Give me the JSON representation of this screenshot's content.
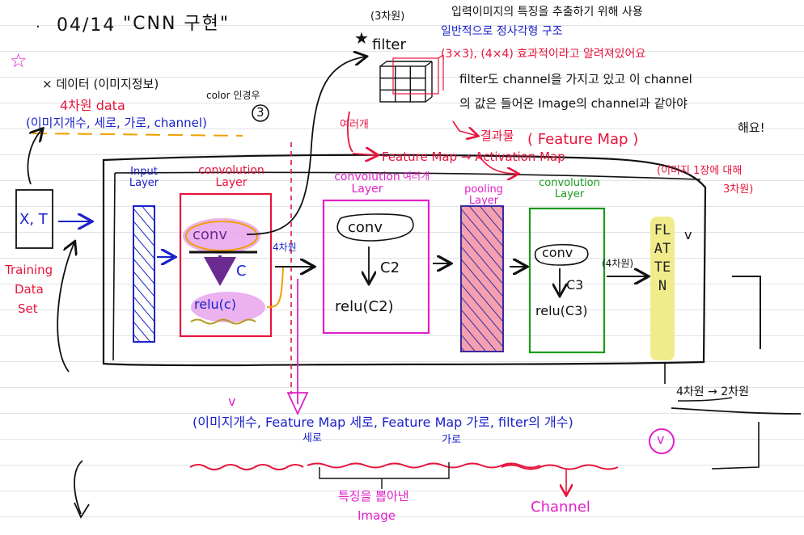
{
  "header": {
    "bullet": "·",
    "date": "04/14",
    "title": "\"CNN 구현\""
  },
  "colors": {
    "red": "#e8143c",
    "blue": "#1a22c8",
    "magenta": "#e020c8",
    "green": "#1a9a1a",
    "black": "#111111",
    "orange": "#f0a000",
    "pink_fill": "#f08898",
    "yellow_fill": "#f0ec8c"
  },
  "left_panel": {
    "star_icon": "☆",
    "x_data_label": "× 데이터 (이미지정보)",
    "color_note": "color 인경우",
    "color_num": "3",
    "dim4_data": "4차원 data",
    "dims": "(이미지개수, 세로, 가로, channel)",
    "xt": "X, T",
    "training": "Training",
    "data": "Data",
    "set": "Set"
  },
  "filter_panel": {
    "star_icon": "★",
    "dim3": "(3차원)",
    "filter": "filter",
    "desc1": "입력이미지의 특징을 추출하기 위해 사용",
    "desc2": "일반적으로 정사각형 구조",
    "desc3": "(3×3), (4×4) 효과적이라고 알려져있어요",
    "desc4": "filter도 channel을 가지고 있고 이 channel",
    "desc5": "의 값은 들어온 Image의 channel과 같아야",
    "desc6": "해요!",
    "multi": "여러개",
    "result": "결과물",
    "feature_map_paren": "( Feature Map )",
    "fmap_arrow": "Feature Map → Activation Map",
    "fmap_note": "(이미지 1장에 대해",
    "dim3_close": "3차원)"
  },
  "network": {
    "input_layer": "Input Layer",
    "conv1_title": "convolution Layer",
    "conv1_op": "conv",
    "conv1_c": "C",
    "conv1_relu": "relu(c)",
    "dim4_mid": "4차원",
    "conv2_title": "convolution Layer",
    "conv2_multi": "여러개",
    "conv2_op": "conv",
    "conv2_c": "C2",
    "conv2_relu": "relu(C2)",
    "pooling": "pooling Layer",
    "conv3_title": "convolution Layer",
    "conv3_op": "conv",
    "conv3_c": "C3",
    "conv3_relu": "relu(C3)",
    "dim4_right": "(4차원)",
    "flatten": "FLATTEN",
    "check": "v",
    "dim_change": "4차원 → 2차원"
  },
  "bottom": {
    "check": "v",
    "tuple": "(이미지개수, Feature Map 세로, Feature Map 가로, filter의 개수)",
    "fm_h": "세로",
    "fm_w": "가로",
    "circled_v": "v",
    "feature_image_1": "특징을 뽑아낸",
    "feature_image_2": "Image",
    "channel": "Channel"
  }
}
